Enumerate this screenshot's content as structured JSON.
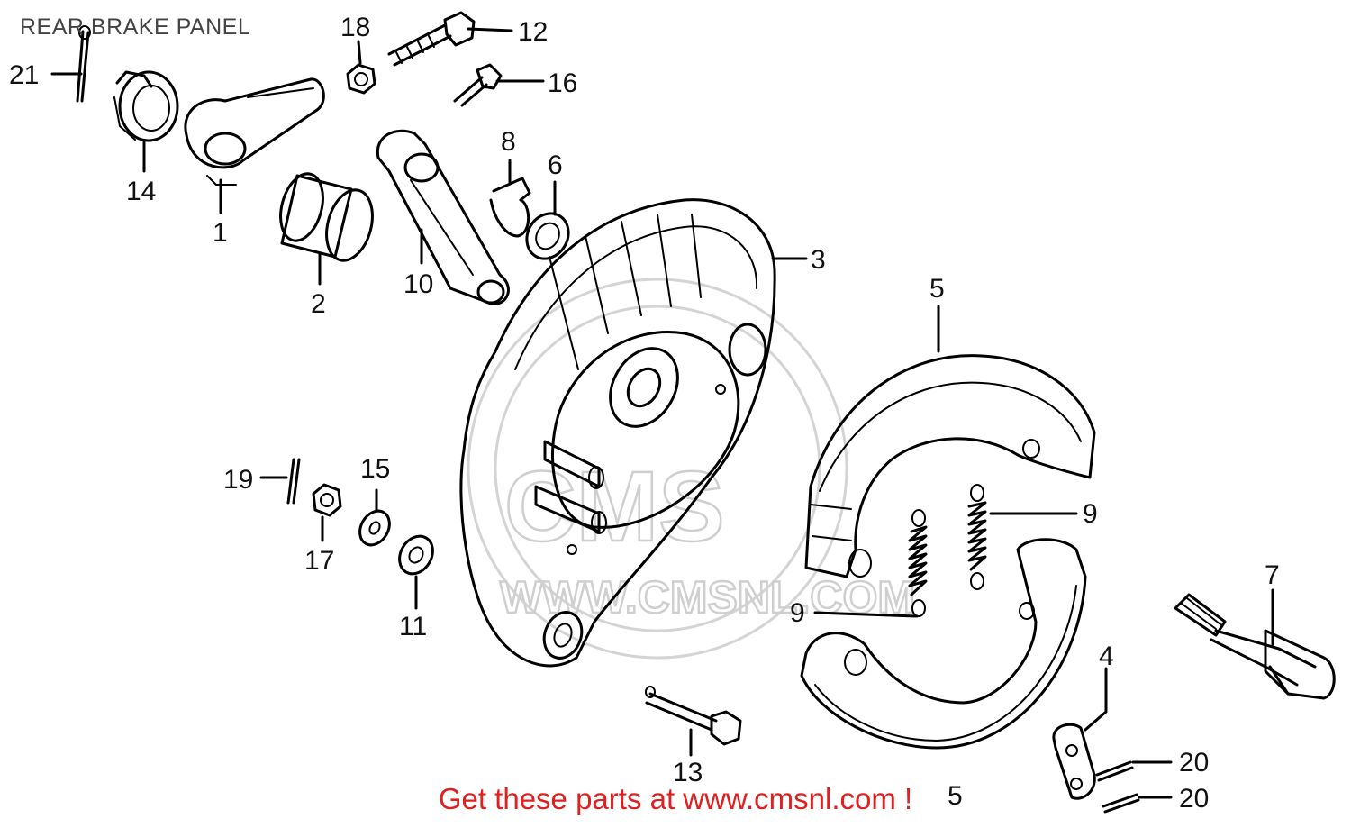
{
  "title": "REAR BRAKE PANEL",
  "footer": "Get these parts at www.cmsnl.com !",
  "watermark": {
    "brand": "CMS",
    "url": "WWW.CMSNL.COM"
  },
  "colors": {
    "footer_text": "#e02020",
    "line": "#000000",
    "title": "#444444",
    "watermark": "#d0d0d0"
  },
  "callouts": {
    "c1": "1",
    "c2": "2",
    "c3": "3",
    "c4": "4",
    "c5a": "5",
    "c5b": "5",
    "c6": "6",
    "c7": "7",
    "c8": "8",
    "c9a": "9",
    "c9b": "9",
    "c10": "10",
    "c11": "11",
    "c12": "12",
    "c13": "13",
    "c14": "14",
    "c15": "15",
    "c16": "16",
    "c17": "17",
    "c18": "18",
    "c19": "19",
    "c20a": "20",
    "c20b": "20",
    "c21": "21"
  }
}
